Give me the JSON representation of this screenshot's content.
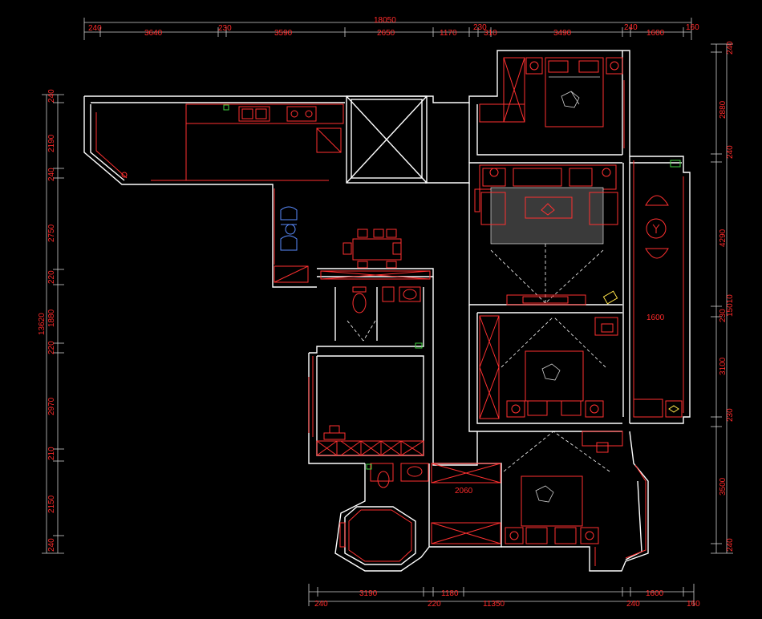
{
  "dimensions": {
    "top": {
      "overall": "18050",
      "segments": [
        "240",
        "3640",
        "230",
        "3590",
        "2650",
        "1170",
        "230",
        "310",
        "3490",
        "240",
        "1600",
        "160"
      ]
    },
    "bottom": {
      "overall": "11350",
      "segments": [
        "240",
        "3190",
        "220",
        "1180",
        "240",
        "1600",
        "160"
      ]
    },
    "left": {
      "overall": "13620",
      "segments": [
        "240",
        "2190",
        "240",
        "2750",
        "220",
        "1880",
        "220",
        "2970",
        "210",
        "2150",
        "240"
      ]
    },
    "right": {
      "overall": "15010",
      "segments": [
        "240",
        "2880",
        "240",
        "4290",
        "230",
        "3100",
        "230",
        "3500",
        "240"
      ]
    },
    "interior": {
      "balcony_span": "1600",
      "bath_wardrobe": "2060"
    }
  },
  "colors": {
    "walls": "#ffffff",
    "furniture": "#ff3030",
    "dimensions": "#ff2a2a",
    "dining_chairs": "#5a8cff",
    "accent": "#ffe34a"
  }
}
